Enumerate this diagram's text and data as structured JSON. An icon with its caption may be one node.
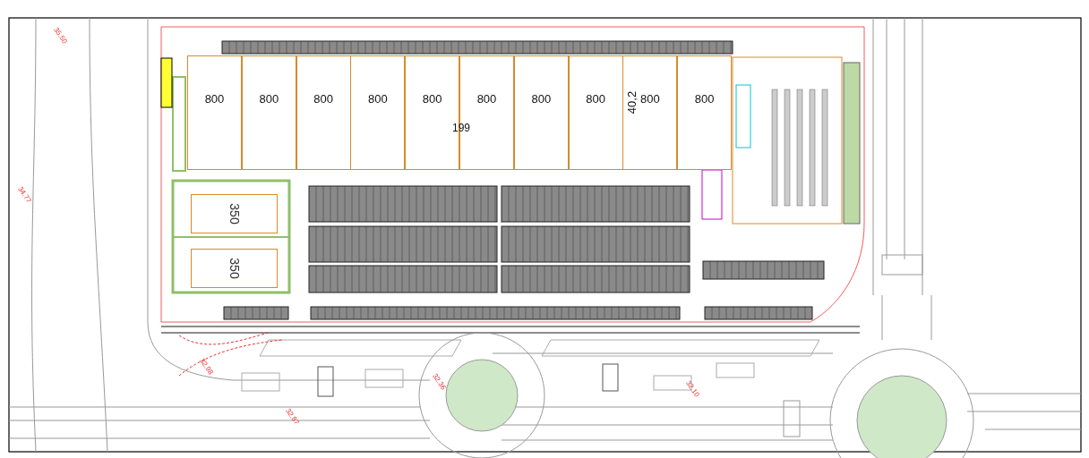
{
  "diagram": {
    "nodes": [
      {
        "text": [
          "800"
        ]
      },
      {
        "text": [
          "800"
        ]
      },
      {
        "text": [
          "800"
        ]
      },
      {
        "text": [
          "800"
        ]
      },
      {
        "text": [
          "800"
        ]
      },
      {
        "text": [
          "800"
        ]
      },
      {
        "text": [
          "800"
        ]
      },
      {
        "text": [
          "800"
        ]
      },
      {
        "text": [
          "800"
        ]
      },
      {
        "text": [
          "800"
        ]
      },
      {
        "text": [
          "350"
        ]
      },
      {
        "text": [
          "350"
        ]
      }
    ],
    "labels": [
      "35.50",
      "40,2",
      "199",
      "34.77",
      "32.98",
      "32.36",
      "32.10",
      "32.87"
    ]
  }
}
